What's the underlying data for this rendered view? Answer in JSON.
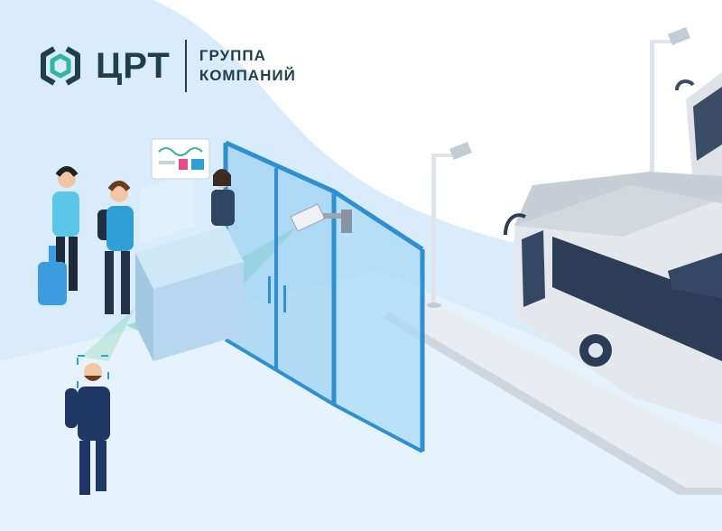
{
  "brand": {
    "name": "ЦРТ",
    "subtitle_line1": "ГРУППА",
    "subtitle_line2": "КОМПАНИЙ",
    "colors": {
      "dark": "#1f3f4e",
      "teal": "#34b3a6",
      "blue": "#2f9fd6"
    }
  },
  "illustration": {
    "elements": [
      "travelers-with-luggage",
      "passport-control-desk",
      "glass-doors",
      "surveillance-cameras",
      "face-scan-beams",
      "bus",
      "street-lamps"
    ],
    "colors": {
      "background": "#d8ecfb",
      "glass": "#9fd3f3",
      "beam": "#43c16b",
      "bus": "#e6e9ee"
    }
  }
}
